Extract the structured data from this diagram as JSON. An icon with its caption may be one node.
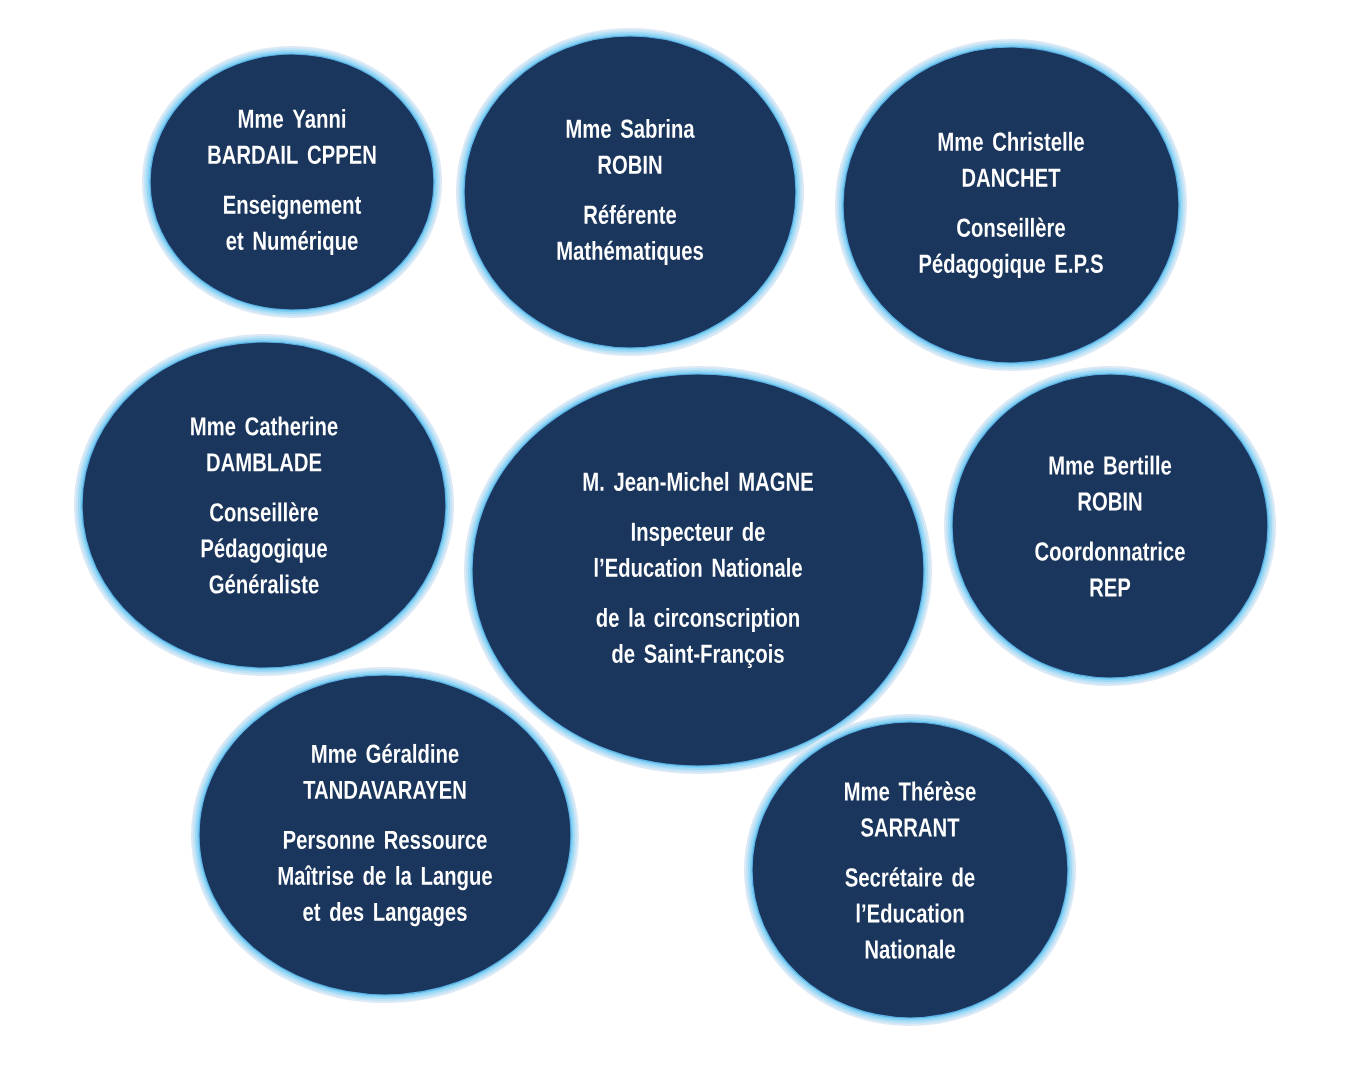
{
  "diagram": {
    "nodes": [
      {
        "text": [
          "Mme Yanni BARDAIL CPPEN",
          "Enseignement et Numérique"
        ]
      },
      {
        "text": [
          "Mme Sabrina ROBIN",
          "Référente Mathématiques"
        ]
      },
      {
        "text": [
          "Mme Christelle DANCHET",
          "Conseillère Pédagogique E.P.S"
        ]
      },
      {
        "text": [
          "Mme Catherine DAMBLADE",
          "Conseillère Pédagogique Généraliste"
        ]
      },
      {
        "text": [
          "M. Jean-Michel MAGNE",
          "Inspecteur de l’Education Nationale",
          "de la circonscription de Saint-François"
        ]
      },
      {
        "text": [
          "Mme Bertille ROBIN",
          "Coordonnatrice REP"
        ]
      },
      {
        "text": [
          "Mme Géraldine TANDAVARAYEN",
          "Personne Ressource Maîtrise de la Langue et des Langages"
        ]
      },
      {
        "text": [
          "Mme Thérèse SARRANT",
          "Secrétaire de l’Education Nationale"
        ]
      }
    ]
  }
}
